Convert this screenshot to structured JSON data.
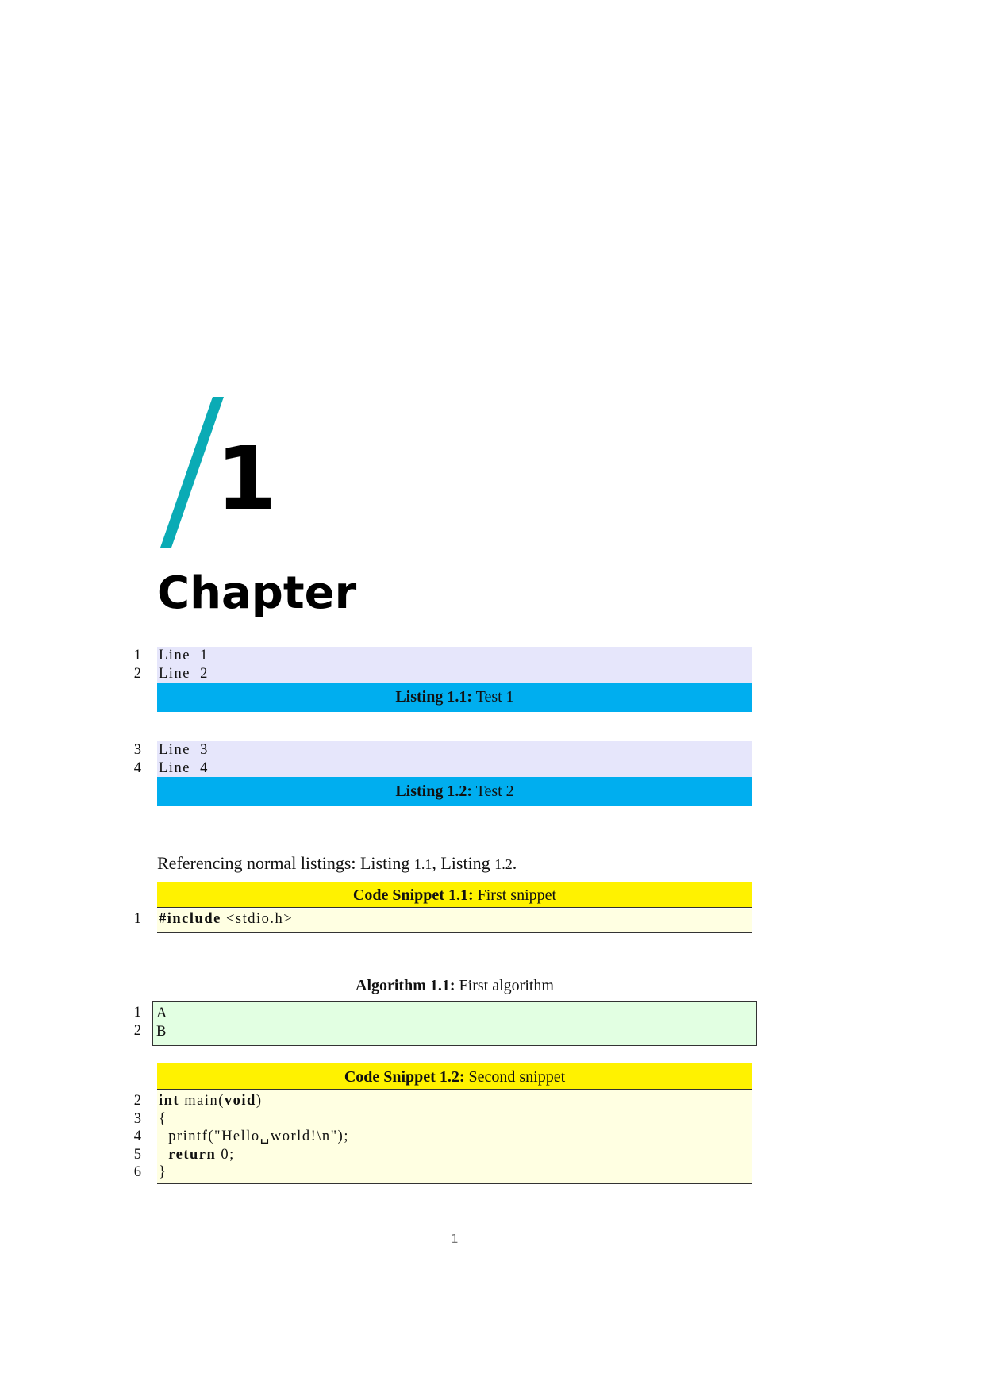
{
  "chapter": {
    "number": "1",
    "title": "Chapter",
    "accent_color": "#0aabb5"
  },
  "listings": [
    {
      "line_numbers": [
        "1",
        "2"
      ],
      "lines": [
        "Line  1",
        "Line  2"
      ],
      "caption_label": "Listing 1.1:",
      "caption_text": "Test 1",
      "body_color": "#e6e6fb",
      "caption_color": "#00aeef"
    },
    {
      "line_numbers": [
        "3",
        "4"
      ],
      "lines": [
        "Line  3",
        "Line  4"
      ],
      "caption_label": "Listing 1.2:",
      "caption_text": "Test 2",
      "body_color": "#e6e6fb",
      "caption_color": "#00aeef"
    }
  ],
  "paragraph": {
    "prefix": "Referencing normal listings: Listing ",
    "ref1": "1.1",
    "middle": ", Listing ",
    "ref2": "1.2",
    "suffix": "."
  },
  "snippets": [
    {
      "caption_label": "Code Snippet 1.1:",
      "caption_text": "First snippet",
      "line_numbers": [
        "1"
      ],
      "lines": [
        {
          "kw": "#include",
          "rest": " <stdio.h>"
        }
      ],
      "caption_color": "#fff200",
      "body_color": "#ffffe2"
    },
    {
      "caption_label": "Code Snippet 1.2:",
      "caption_text": "Second snippet",
      "line_numbers": [
        "2",
        "3",
        "4",
        "5",
        "6"
      ],
      "lines": [
        {
          "pre": "",
          "kw": "int",
          "rest": " main(",
          "kw2": "void",
          "post": ")"
        },
        {
          "pre": "{",
          "kw": "",
          "rest": "",
          "kw2": "",
          "post": ""
        },
        {
          "pre": "  printf(\"Hello␣world!\\n\");",
          "kw": "",
          "rest": "",
          "kw2": "",
          "post": ""
        },
        {
          "pre": "  ",
          "kw": "return",
          "rest": " 0;",
          "kw2": "",
          "post": ""
        },
        {
          "pre": "}",
          "kw": "",
          "rest": "",
          "kw2": "",
          "post": ""
        }
      ],
      "caption_color": "#fff200",
      "body_color": "#ffffe2"
    }
  ],
  "algorithm": {
    "caption_label": "Algorithm 1.1:",
    "caption_text": "First algorithm",
    "line_numbers": [
      "1",
      "2"
    ],
    "lines": [
      "A",
      "B"
    ],
    "body_color": "#e2ffe2"
  },
  "page_number": "1"
}
